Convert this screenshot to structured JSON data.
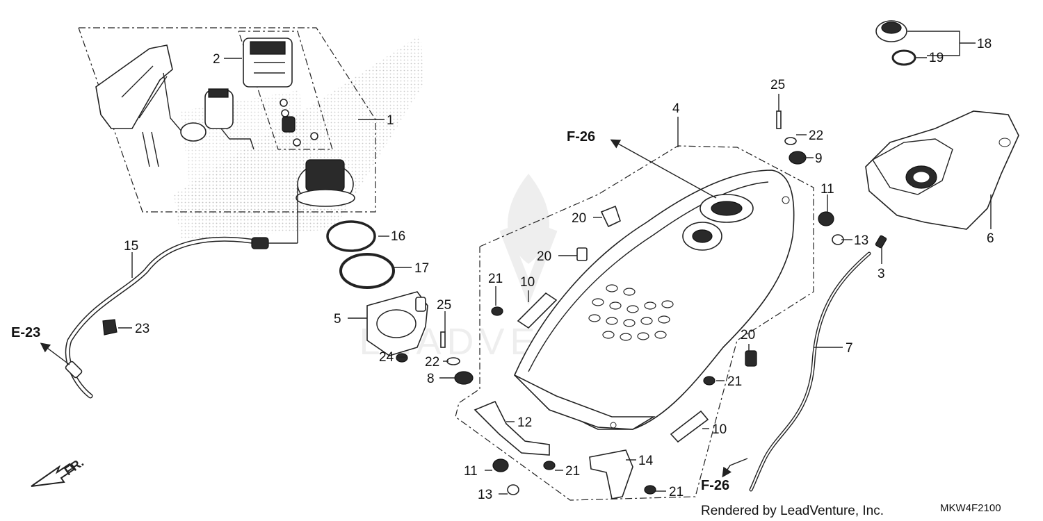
{
  "diagram": {
    "part_callouts": [
      "1",
      "2",
      "3",
      "4",
      "5",
      "6",
      "7",
      "8",
      "9",
      "10",
      "11",
      "12",
      "13",
      "14",
      "15",
      "16",
      "17",
      "18",
      "19",
      "20",
      "21",
      "22",
      "23",
      "24",
      "25"
    ],
    "labels": {
      "c1": "1",
      "c2": "2",
      "c3": "3",
      "c4": "4",
      "c5": "5",
      "c6": "6",
      "c7": "7",
      "c8": "8",
      "c9": "9",
      "c10a": "10",
      "c10b": "10",
      "c11a": "11",
      "c11b": "11",
      "c12": "12",
      "c13a": "13",
      "c13b": "13",
      "c14": "14",
      "c15": "15",
      "c16": "16",
      "c17": "17",
      "c18": "18",
      "c19": "19",
      "c20a": "20",
      "c20b": "20",
      "c20c": "20",
      "c21a": "21",
      "c21b": "21",
      "c21c": "21",
      "c21d": "21",
      "c22a": "22",
      "c22b": "22",
      "c23": "23",
      "c24": "24",
      "c25a": "25",
      "c25b": "25"
    },
    "references": {
      "f26_top": "F-26",
      "f26_bottom": "F-26",
      "e23": "E-23"
    },
    "direction_label": "FR.",
    "footer": {
      "rendered_by": "Rendered by LeadVenture, Inc.",
      "diagram_code": "MKW4F2100"
    },
    "watermark": "LEADVENTURE"
  }
}
